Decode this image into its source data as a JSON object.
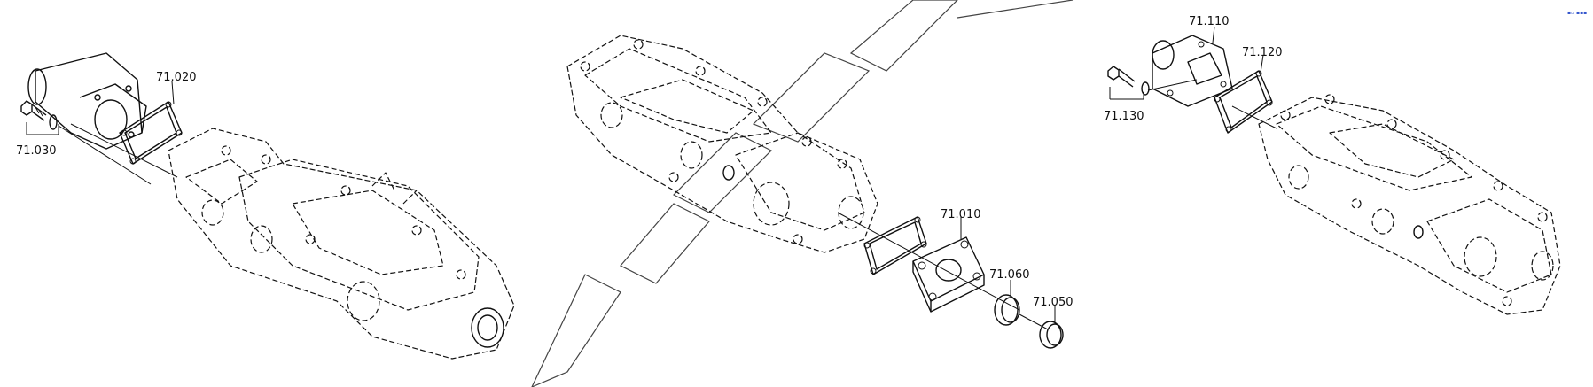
{
  "diagram": {
    "labels": {
      "l71030": "71.030",
      "l71020": "71.020",
      "l71010": "71.010",
      "l71060": "71.060",
      "l71050": "71.050",
      "l71110": "71.110",
      "l71120": "71.120",
      "l71130": "71.130"
    },
    "corner_mark": "▪▫ ▪▪▪",
    "colors": {
      "line": "#111111",
      "background": "#ffffff",
      "corner_mark": "#3355cc"
    }
  }
}
